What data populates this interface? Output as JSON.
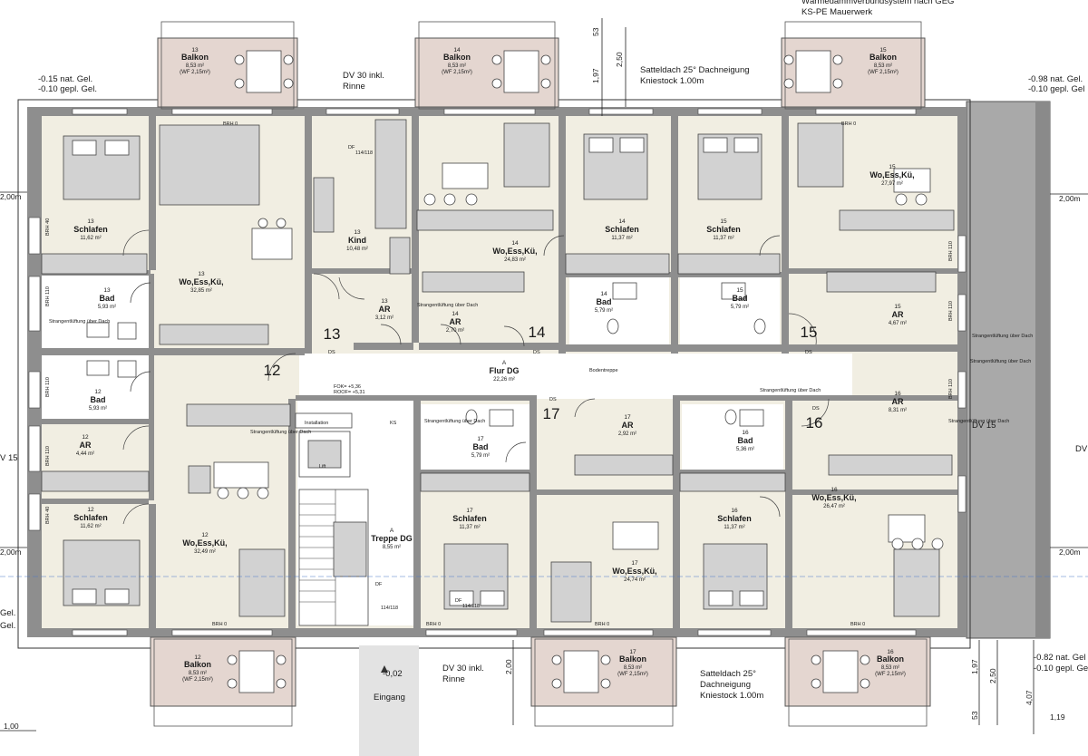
{
  "notes": {
    "top_right_1": "Wärmedämmverbundsystem nach GEG",
    "top_right_2": "KS-PE Mauerwerk",
    "gel_tl_1": "-0.15 nat. Gel.",
    "gel_tl_2": "-0.10 gepl. Gel.",
    "dv_top_1": "DV 30 inkl.",
    "dv_top_2": "Rinne",
    "satteldach_top_1": "Satteldach 25° Dachneigung",
    "satteldach_top_2": "Kniestock 1.00m",
    "gel_tr_1": "-0.98 nat. Gel.",
    "gel_tr_2": "-0.10 gepl. Gel",
    "dv15_right": "DV 15",
    "dv15_left": "V 15",
    "dv15_far_right": "DV",
    "dv_bottom_1": "DV 30 inkl.",
    "dv_bottom_2": "Rinne",
    "satteldach_bottom_1": "Satteldach 25°",
    "satteldach_bottom_2": "Dachneigung",
    "satteldach_bottom_3": "Kniestock 1.00m",
    "gel_br_1": "-0.82 nat. Gel",
    "gel_br_2": "-0.10 gepl. Gel",
    "gel_l_1": "Gel.",
    "gel_l_2": "Gel.",
    "eingang": "Eingang",
    "eingang_level": "-0,02",
    "okff": "FOK= +5,36",
    "rohff": "ROOF= +5,31",
    "installation": "Installation",
    "lift": "Lift",
    "bodentreppe": "Bodentreppe",
    "ds": "DS",
    "ks": "KS",
    "df": "DF",
    "df_size": "114/118",
    "dim_left_top": "2,00m",
    "dim_left_bottom": "2,00m",
    "dim_right_top": "2,00m",
    "dim_right_bottom": "2,00m",
    "dim_53_top": "53",
    "dim_197_top": "1,97",
    "dim_250_top": "2,50",
    "dim_200_bottom": "2,00",
    "dim_197_bottom": "1,97",
    "dim_250_bottom": "2,50",
    "dim_407_bottom": "4,07",
    "dim_53_bottom": "53",
    "dim_119": "1,19",
    "dim_100": "1,00"
  },
  "unit_numbers": [
    "12",
    "13",
    "14",
    "15",
    "16",
    "17"
  ],
  "balconies": [
    {
      "name": "Balkon",
      "num": "13",
      "area": "8,53 m²",
      "wf": "(WF 2,15m²)"
    },
    {
      "name": "Balkon",
      "num": "14",
      "area": "8,53 m²",
      "wf": "(WF 2,15m²)"
    },
    {
      "name": "Balkon",
      "num": "15",
      "area": "8,53 m²",
      "wf": "(WF 2,15m²)"
    },
    {
      "name": "Balkon",
      "num": "12",
      "area": "8,53 m²",
      "wf": "(WF 2,15m²)"
    },
    {
      "name": "Balkon",
      "num": "17",
      "area": "8,53 m²",
      "wf": "(WF 2,15m²)"
    },
    {
      "name": "Balkon",
      "num": "16",
      "area": "8,53 m²",
      "wf": "(WF 2,15m²)"
    }
  ],
  "rooms": [
    {
      "num": "13",
      "name": "Schlafen",
      "area": "11,62 m²"
    },
    {
      "num": "13",
      "name": "Wo,Ess,Kü,",
      "area": "32,85 m²"
    },
    {
      "num": "13",
      "name": "Kind",
      "area": "10,48 m²"
    },
    {
      "num": "13",
      "name": "Bad",
      "area": "5,93 m²"
    },
    {
      "num": "13",
      "name": "AR",
      "area": "3,12 m²"
    },
    {
      "num": "14",
      "name": "Wo,Ess,Kü,",
      "area": "24,83 m²"
    },
    {
      "num": "14",
      "name": "Schlafen",
      "area": "11,37 m²"
    },
    {
      "num": "14",
      "name": "AR",
      "area": "2,70 m²"
    },
    {
      "num": "14",
      "name": "Bad",
      "area": "5,79 m²"
    },
    {
      "num": "15",
      "name": "Schlafen",
      "area": "11,37 m²"
    },
    {
      "num": "15",
      "name": "Wo,Ess,Kü,",
      "area": "27,97 m²"
    },
    {
      "num": "15",
      "name": "Bad",
      "area": "5,79 m²"
    },
    {
      "num": "15",
      "name": "AR",
      "area": "4,67 m²"
    },
    {
      "num": "12",
      "name": "Bad",
      "area": "5,93 m²"
    },
    {
      "num": "12",
      "name": "AR",
      "area": "4,44 m²"
    },
    {
      "num": "12",
      "name": "Schlafen",
      "area": "11,62 m²"
    },
    {
      "num": "12",
      "name": "Wo,Ess,Kü,",
      "area": "32,49 m²"
    },
    {
      "num": "A",
      "name": "Flur DG",
      "area": "22,26 m²"
    },
    {
      "num": "A",
      "name": "Treppe DG",
      "area": "8,55 m²"
    },
    {
      "num": "17",
      "name": "Bad",
      "area": "5,79 m²"
    },
    {
      "num": "17",
      "name": "AR",
      "area": "2,92 m²"
    },
    {
      "num": "17",
      "name": "Schlafen",
      "area": "11,37 m²"
    },
    {
      "num": "17",
      "name": "Wo,Ess,Kü,",
      "area": "24,74 m²"
    },
    {
      "num": "16",
      "name": "AR",
      "area": "8,31 m²"
    },
    {
      "num": "16",
      "name": "Bad",
      "area": "5,36 m²"
    },
    {
      "num": "16",
      "name": "Schlafen",
      "area": "11,37 m²"
    },
    {
      "num": "16",
      "name": "Wo,Ess,Kü,",
      "area": "26,47 m²"
    }
  ],
  "brh": [
    "BRH 0",
    "BRH 0",
    "BRH 0",
    "BRH 0",
    "BRH 0",
    "BRH 0",
    "BRH 40",
    "BRH 110",
    "BRH 110",
    "BRH 110",
    "BRH 40",
    "BRH 110",
    "BRH 110",
    "BRH 110"
  ],
  "notices": {
    "strang": "Strangentlüftung über Dach"
  }
}
